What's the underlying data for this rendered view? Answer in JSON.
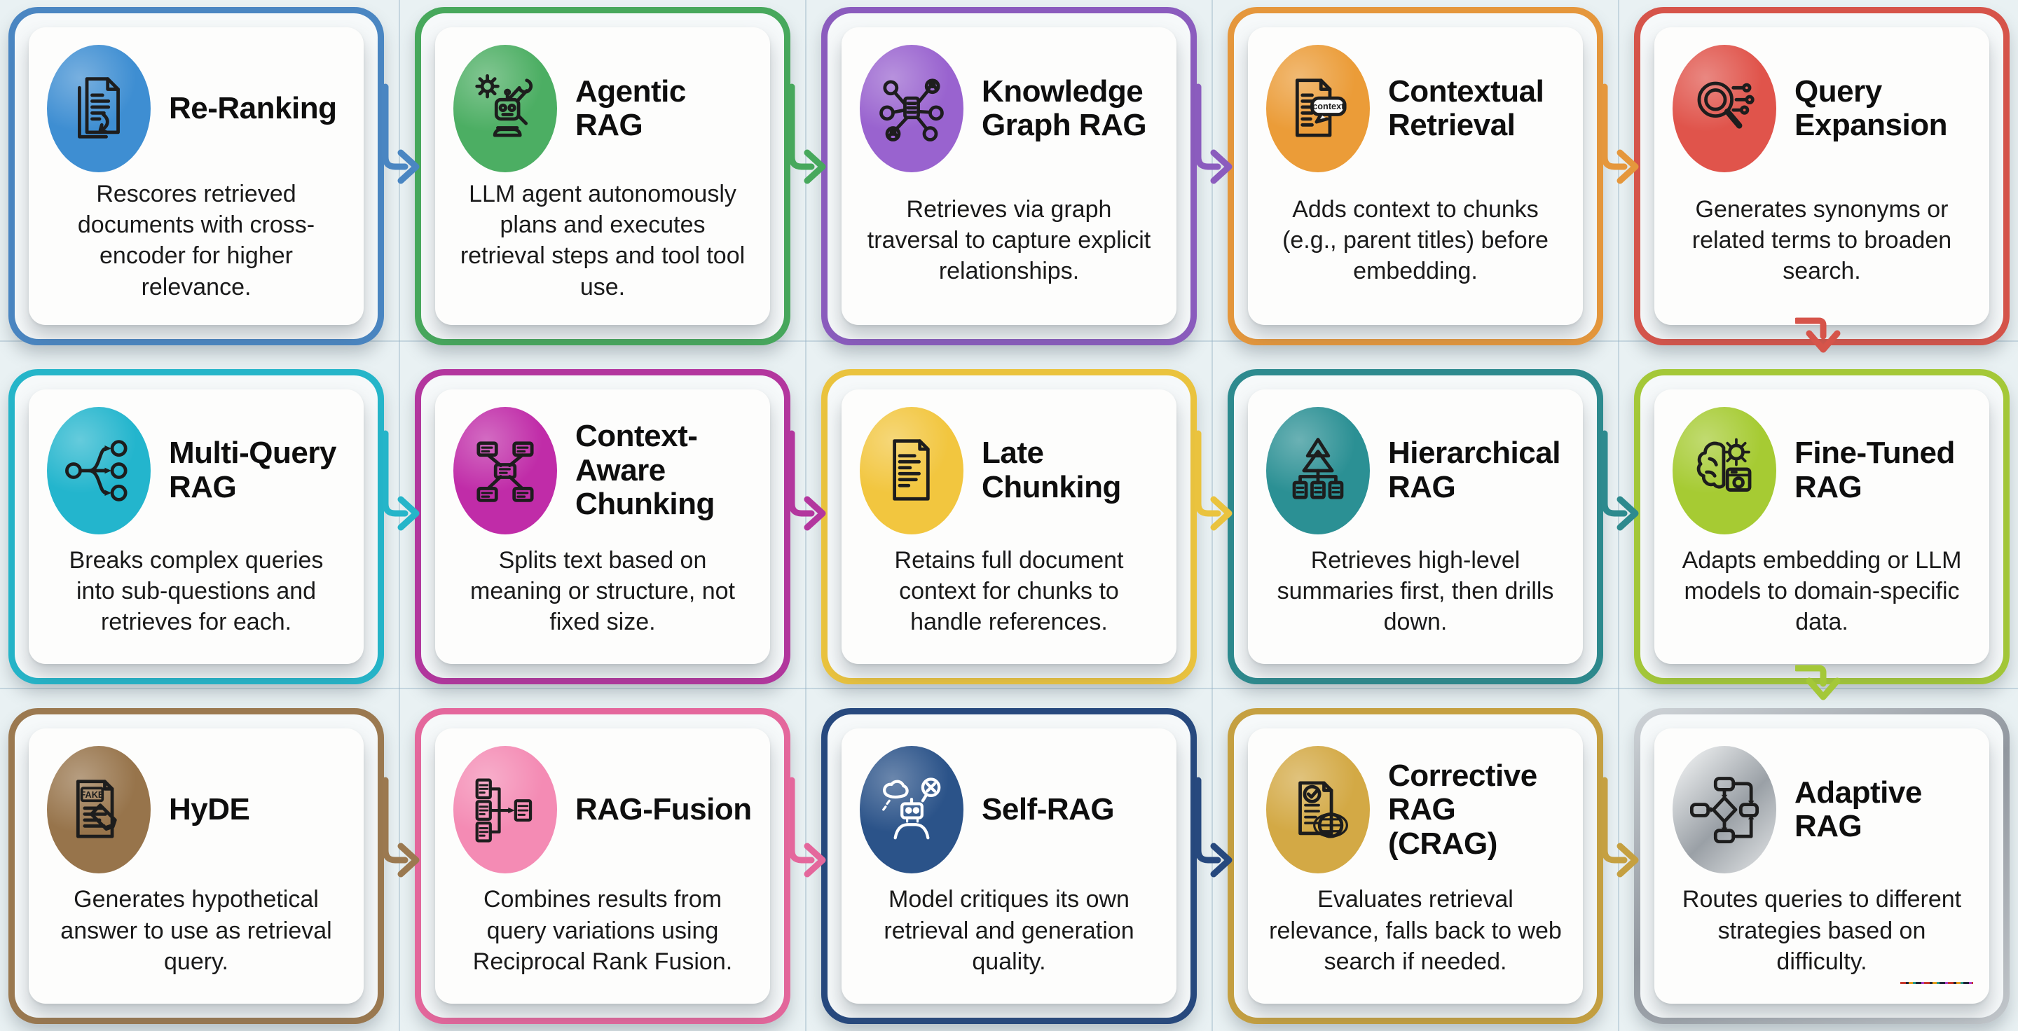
{
  "page": {
    "background_color": "#e9f1f3",
    "grid_line_color": "#94b0c4"
  },
  "cards": [
    {
      "id": "re-ranking",
      "title": "Re-Ranking",
      "description": "Rescores retrieved documents with cross-encoder for higher relevance.",
      "border_color": "#4a86c2",
      "icon_bg": "#3e8ed2",
      "icon": "document-stack-icon"
    },
    {
      "id": "agentic-rag",
      "title": "Agentic RAG",
      "description": "LLM agent autonomously plans and executes retrieval steps and tool tool use.",
      "border_color": "#47a85c",
      "icon_bg": "#4cae63",
      "icon": "robot-gear-icon"
    },
    {
      "id": "knowledge-graph-rag",
      "title": "Knowledge Graph RAG",
      "description": "Retrieves via graph traversal to capture explicit relationships.",
      "border_color": "#8b5cbe",
      "icon_bg": "#9963cf",
      "icon": "network-graph-icon"
    },
    {
      "id": "contextual-retrieval",
      "title": "Contextual Retrieval",
      "description": "Adds context to chunks (e.g., parent titles) before embedding.",
      "border_color": "#e5973c",
      "icon_bg": "#eb9c38",
      "icon": "document-context-icon",
      "icon_label": "context"
    },
    {
      "id": "query-expansion",
      "title": "Query Expansion",
      "description": "Generates synonyms or related terms to broaden search.",
      "border_color": "#d6544a",
      "icon_bg": "#e0544b",
      "icon": "magnifier-circuit-icon"
    },
    {
      "id": "multi-query-rag",
      "title": "Multi-Query RAG",
      "description": "Breaks complex queries into sub-questions and retrieves for each.",
      "border_color": "#25b5c9",
      "icon_bg": "#23b5cd",
      "icon": "branching-arrows-icon"
    },
    {
      "id": "context-aware-chunking",
      "title": "Context-Aware Chunking",
      "description": "Splits text based on meaning or structure, not fixed size.",
      "border_color": "#b3369e",
      "icon_bg": "#c02ca8",
      "icon": "connected-blocks-icon"
    },
    {
      "id": "late-chunking",
      "title": "Late Chunking",
      "description": "Retains full document context for chunks to handle references.",
      "border_color": "#eac33e",
      "icon_bg": "#f2c63f",
      "icon": "document-lines-icon"
    },
    {
      "id": "hierarchical-rag",
      "title": "Hierarchical RAG",
      "description": "Retrieves high-level summaries first, then drills down.",
      "border_color": "#2d8a8e",
      "icon_bg": "#2b9094",
      "icon": "hierarchy-tree-icon"
    },
    {
      "id": "fine-tuned-rag",
      "title": "Fine-Tuned RAG",
      "description": "Adapts embedding or LLM models to domain-specific data.",
      "border_color": "#a4c838",
      "icon_bg": "#a6cb33",
      "icon": "brain-gear-icon"
    },
    {
      "id": "hyde",
      "title": "HyDE",
      "description": "Generates hypothetical answer to use as retrieval query.",
      "border_color": "#9b7950",
      "icon_bg": "#97744b",
      "icon": "fake-document-icon",
      "icon_label": "FAKE"
    },
    {
      "id": "rag-fusion",
      "title": "RAG-Fusion",
      "description": "Combines results from query variations using Reciprocal Rank Fusion.",
      "border_color": "#e4679c",
      "icon_bg": "#f48bb4",
      "icon": "merge-documents-icon"
    },
    {
      "id": "self-rag",
      "title": "Self-RAG",
      "description": "Model critiques its own retrieval and generation quality.",
      "border_color": "#27497e",
      "icon_bg": "#2b5389",
      "icon": "robot-critique-icon"
    },
    {
      "id": "corrective-rag",
      "title": "Corrective RAG (CRAG)",
      "description": "Evaluates retrieval relevance, falls back to web search if needed.",
      "border_color": "#c5a041",
      "icon_bg": "#d3a945",
      "icon": "document-check-globe-icon"
    },
    {
      "id": "adaptive-rag",
      "title": "Adaptive RAG",
      "description": "Routes queries to different strategies based on difficulty.",
      "border_color": "#9aa0a5",
      "icon_bg": "#b9bdc1",
      "icon": "flowchart-icon"
    }
  ],
  "arrows": [
    {
      "from": "re-ranking",
      "to": "agentic-rag",
      "direction": "right",
      "color": "#4a86c2"
    },
    {
      "from": "agentic-rag",
      "to": "knowledge-graph-rag",
      "direction": "right",
      "color": "#47a85c"
    },
    {
      "from": "knowledge-graph-rag",
      "to": "contextual-retrieval",
      "direction": "right",
      "color": "#8b5cbe"
    },
    {
      "from": "contextual-retrieval",
      "to": "query-expansion",
      "direction": "right",
      "color": "#e5973c"
    },
    {
      "from": "query-expansion",
      "to": "fine-tuned-rag",
      "direction": "down",
      "color": "#d6544a"
    },
    {
      "from": "multi-query-rag",
      "to": "context-aware-chunking",
      "direction": "right",
      "color": "#25b5c9"
    },
    {
      "from": "context-aware-chunking",
      "to": "late-chunking",
      "direction": "right",
      "color": "#b3369e"
    },
    {
      "from": "late-chunking",
      "to": "hierarchical-rag",
      "direction": "right",
      "color": "#eac33e"
    },
    {
      "from": "hierarchical-rag",
      "to": "fine-tuned-rag",
      "direction": "right",
      "color": "#2d8a8e"
    },
    {
      "from": "fine-tuned-rag",
      "to": "adaptive-rag",
      "direction": "down",
      "color": "#a4c838"
    },
    {
      "from": "hyde",
      "to": "rag-fusion",
      "direction": "right",
      "color": "#9b7950"
    },
    {
      "from": "rag-fusion",
      "to": "self-rag",
      "direction": "right",
      "color": "#e4679c"
    },
    {
      "from": "self-rag",
      "to": "corrective-rag",
      "direction": "right",
      "color": "#27497e"
    },
    {
      "from": "corrective-rag",
      "to": "adaptive-rag",
      "direction": "right",
      "color": "#c5a041"
    }
  ]
}
